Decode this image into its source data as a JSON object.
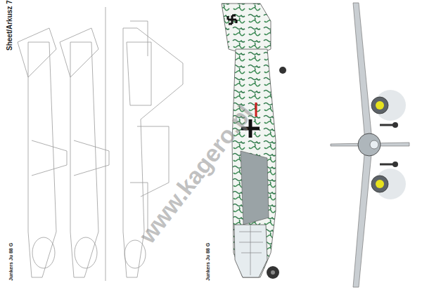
{
  "diagram": {
    "labels": [
      "Sheet/Arkusz 7",
      "Junkers Ju 88 G",
      "Junkers Ju 88 G",
      "www.kagero.pl"
    ]
  }
}
